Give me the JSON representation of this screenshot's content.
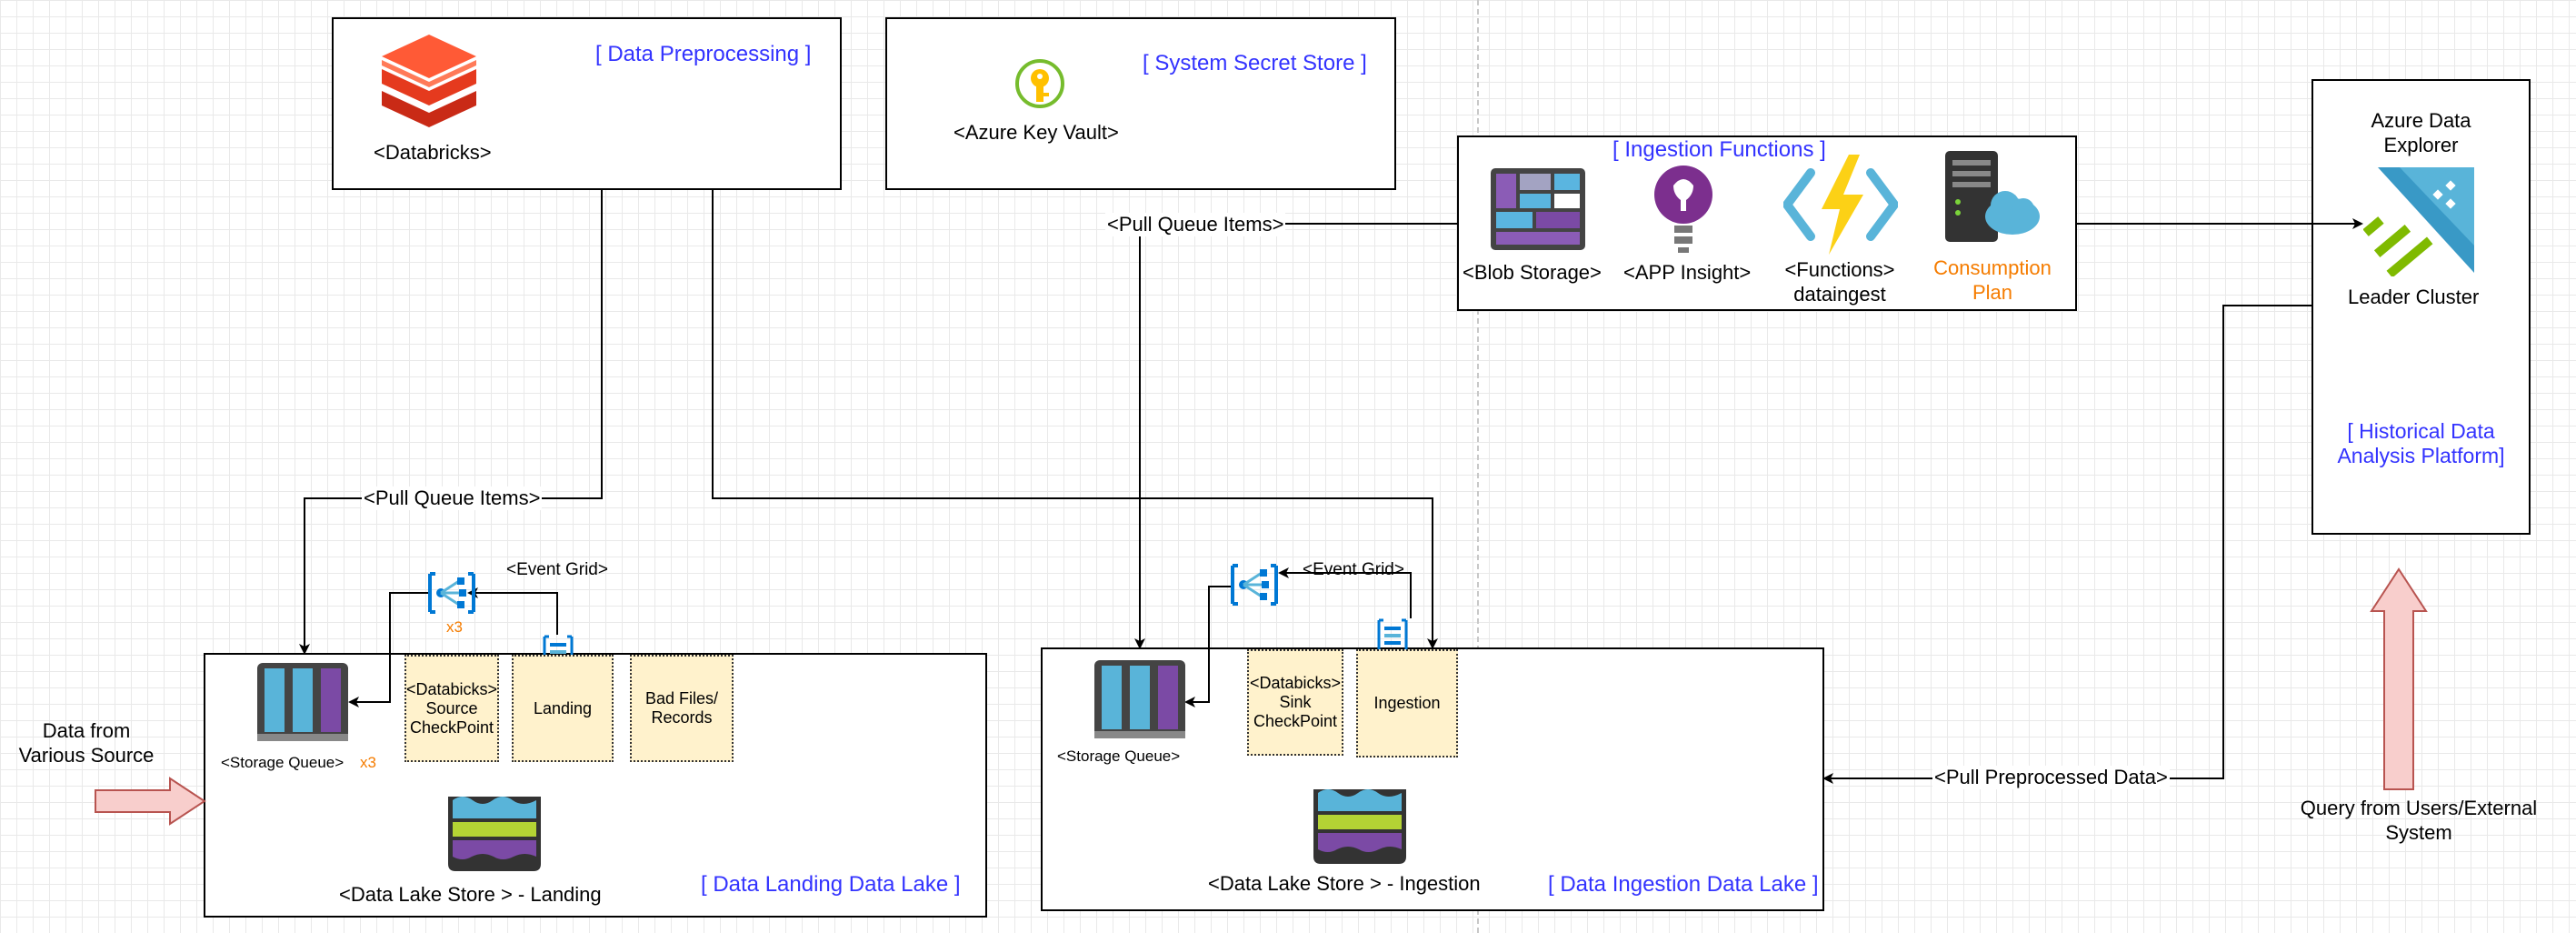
{
  "groups": {
    "preprocessing": {
      "title": "[ Data Preprocessing ]",
      "service": "<Databricks>"
    },
    "secret_store": {
      "title": "[ System Secret Store ]",
      "service": "<Azure Key Vault>"
    },
    "ingestion_functions": {
      "title": "[ Ingestion Functions ]",
      "items": [
        "<Blob Storage>",
        "<APP Insight>",
        "<Functions>\ndataingest",
        "Consumption\nPlan"
      ]
    },
    "explorer": {
      "name": "Azure Data\nExplorer",
      "cluster": "Leader Cluster",
      "title": "[ Historical  Data\nAnalysis Platform]"
    },
    "landing": {
      "title": "[ Data Landing Data Lake ]",
      "event_grid": "<Event Grid>",
      "multiplier_grid": "x3",
      "storage_queue": "<Storage Queue>",
      "multiplier_queue": "x3",
      "notes": [
        "<Databicks>\nSource\nCheckPoint",
        "Landing",
        "Bad Files/\nRecords"
      ],
      "lake_store": "<Data Lake Store > - Landing"
    },
    "ingestion": {
      "title": "[ Data Ingestion Data Lake ]",
      "event_grid": "<Event Grid>",
      "storage_queue": "<Storage Queue>",
      "notes": [
        "<Databicks>\nSink\nCheckPoint",
        "Ingestion"
      ],
      "lake_store": "<Data Lake Store > - Ingestion"
    }
  },
  "connectors": {
    "pull_queue_1": "<Pull Queue Items>",
    "pull_queue_2": "<Pull Queue Items>",
    "pull_preprocessed": "<Pull Preprocessed Data>"
  },
  "external": {
    "data_source": "Data from\nVarious Source",
    "query": "Query from Users/External\nSystem"
  },
  "colors": {
    "blue_label": "#3333ff",
    "orange_label": "#f57c00",
    "note_fill": "#fff2cc",
    "arrow_fill": "#f8cecc",
    "arrow_stroke": "#b85450"
  },
  "icons": [
    "databricks-icon",
    "key-vault-icon",
    "blob-storage-icon",
    "app-insights-icon",
    "functions-icon",
    "consumption-plan-icon",
    "data-explorer-icon",
    "event-grid-icon",
    "event-hub-icon",
    "storage-queue-icon",
    "data-lake-store-icon",
    "arrow-right-icon",
    "arrow-up-icon"
  ]
}
